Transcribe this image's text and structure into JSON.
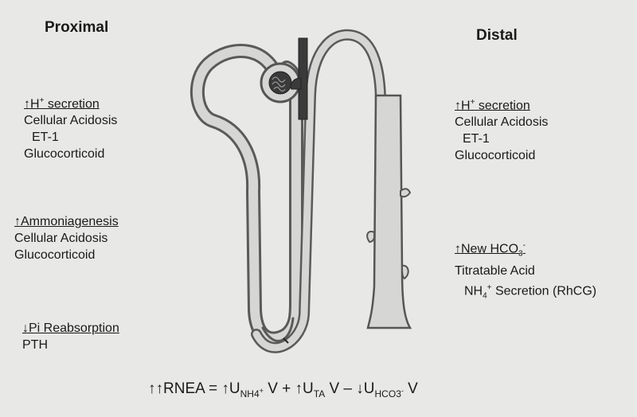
{
  "proximal": {
    "title": "Proximal",
    "h_secretion": {
      "arrow": "↑",
      "label": "H",
      "sup": "+",
      "rest": " secretion"
    },
    "h_items": [
      "Cellular Acidosis",
      "ET-1",
      "Glucocorticoid"
    ],
    "ammoniagenesis": {
      "arrow": "↑",
      "label": "Ammoniagenesis"
    },
    "amm_items": [
      "Cellular Acidosis",
      "Glucocorticoid"
    ],
    "pi": {
      "arrow": "↓",
      "label": "Pi Reabsorption"
    },
    "pi_items": [
      "PTH"
    ]
  },
  "distal": {
    "title": "Distal",
    "h_secretion": {
      "arrow": "↑",
      "label": "H",
      "sup": "+",
      "rest": " secretion"
    },
    "h_items": [
      "Cellular Acidosis",
      "ET-1",
      "Glucocorticoid"
    ],
    "new_hco3": {
      "arrow": "↑",
      "label": "New HCO",
      "sub": "3",
      "sup": "-"
    },
    "hco3_items": [
      "Titratable Acid"
    ],
    "nh4": {
      "pre": "NH",
      "sub": "4",
      "sup": "+",
      "post": " Secretion (RhCG)"
    }
  },
  "equation": {
    "lead": "↑↑RNEA = ↑U",
    "sub1": "NH",
    "sub1b": "4",
    "sup1": "+",
    "part2": " V + ↑U",
    "sub2": "TA",
    "part3": " V – ↓U",
    "sub3": "HCO",
    "sub3b": "3",
    "sup3": "-",
    "part4": " V"
  }
}
